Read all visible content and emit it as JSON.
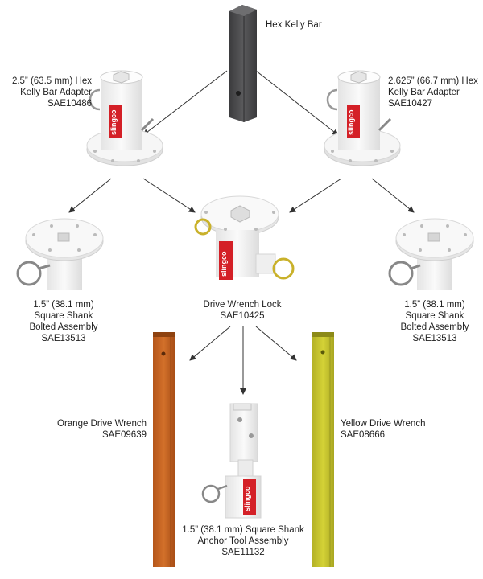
{
  "labels": {
    "hex_kelly_bar": {
      "name": "Hex Kelly Bar"
    },
    "adapter_left": {
      "line1": "2.5” (63.5 mm) Hex",
      "line2": "Kelly Bar Adapter",
      "part": "SAE10486"
    },
    "adapter_right": {
      "line1": "2.625” (66.7 mm) Hex",
      "line2": "Kelly Bar Adapter",
      "part": "SAE10427"
    },
    "bolted_left": {
      "line1": "1.5” (38.1 mm)",
      "line2": "Square Shank",
      "line3": "Bolted Assembly",
      "part": "SAE13513"
    },
    "drive_wrench_lock": {
      "name": "Drive Wrench Lock",
      "part": "SAE10425"
    },
    "bolted_right": {
      "line1": "1.5” (38.1 mm)",
      "line2": "Square Shank",
      "line3": "Bolted Assembly",
      "part": "SAE13513"
    },
    "orange_wrench": {
      "name": "Orange Drive Wrench",
      "part": "SAE09639"
    },
    "yellow_wrench": {
      "name": "Yellow Drive Wrench",
      "part": "SAE08666"
    },
    "anchor_tool": {
      "line1": "1.5” (38.1 mm) Square Shank",
      "line2": "Anchor Tool Assembly",
      "part": "SAE11132"
    }
  },
  "brand": {
    "logo_text": "slingco",
    "color": "#d42027"
  },
  "colors": {
    "orange": "#c8651e",
    "yellow": "#c9c62a",
    "kelly": "#4d4d4f",
    "part_white": "#f4f4f4",
    "ring": "#c9b12a"
  }
}
